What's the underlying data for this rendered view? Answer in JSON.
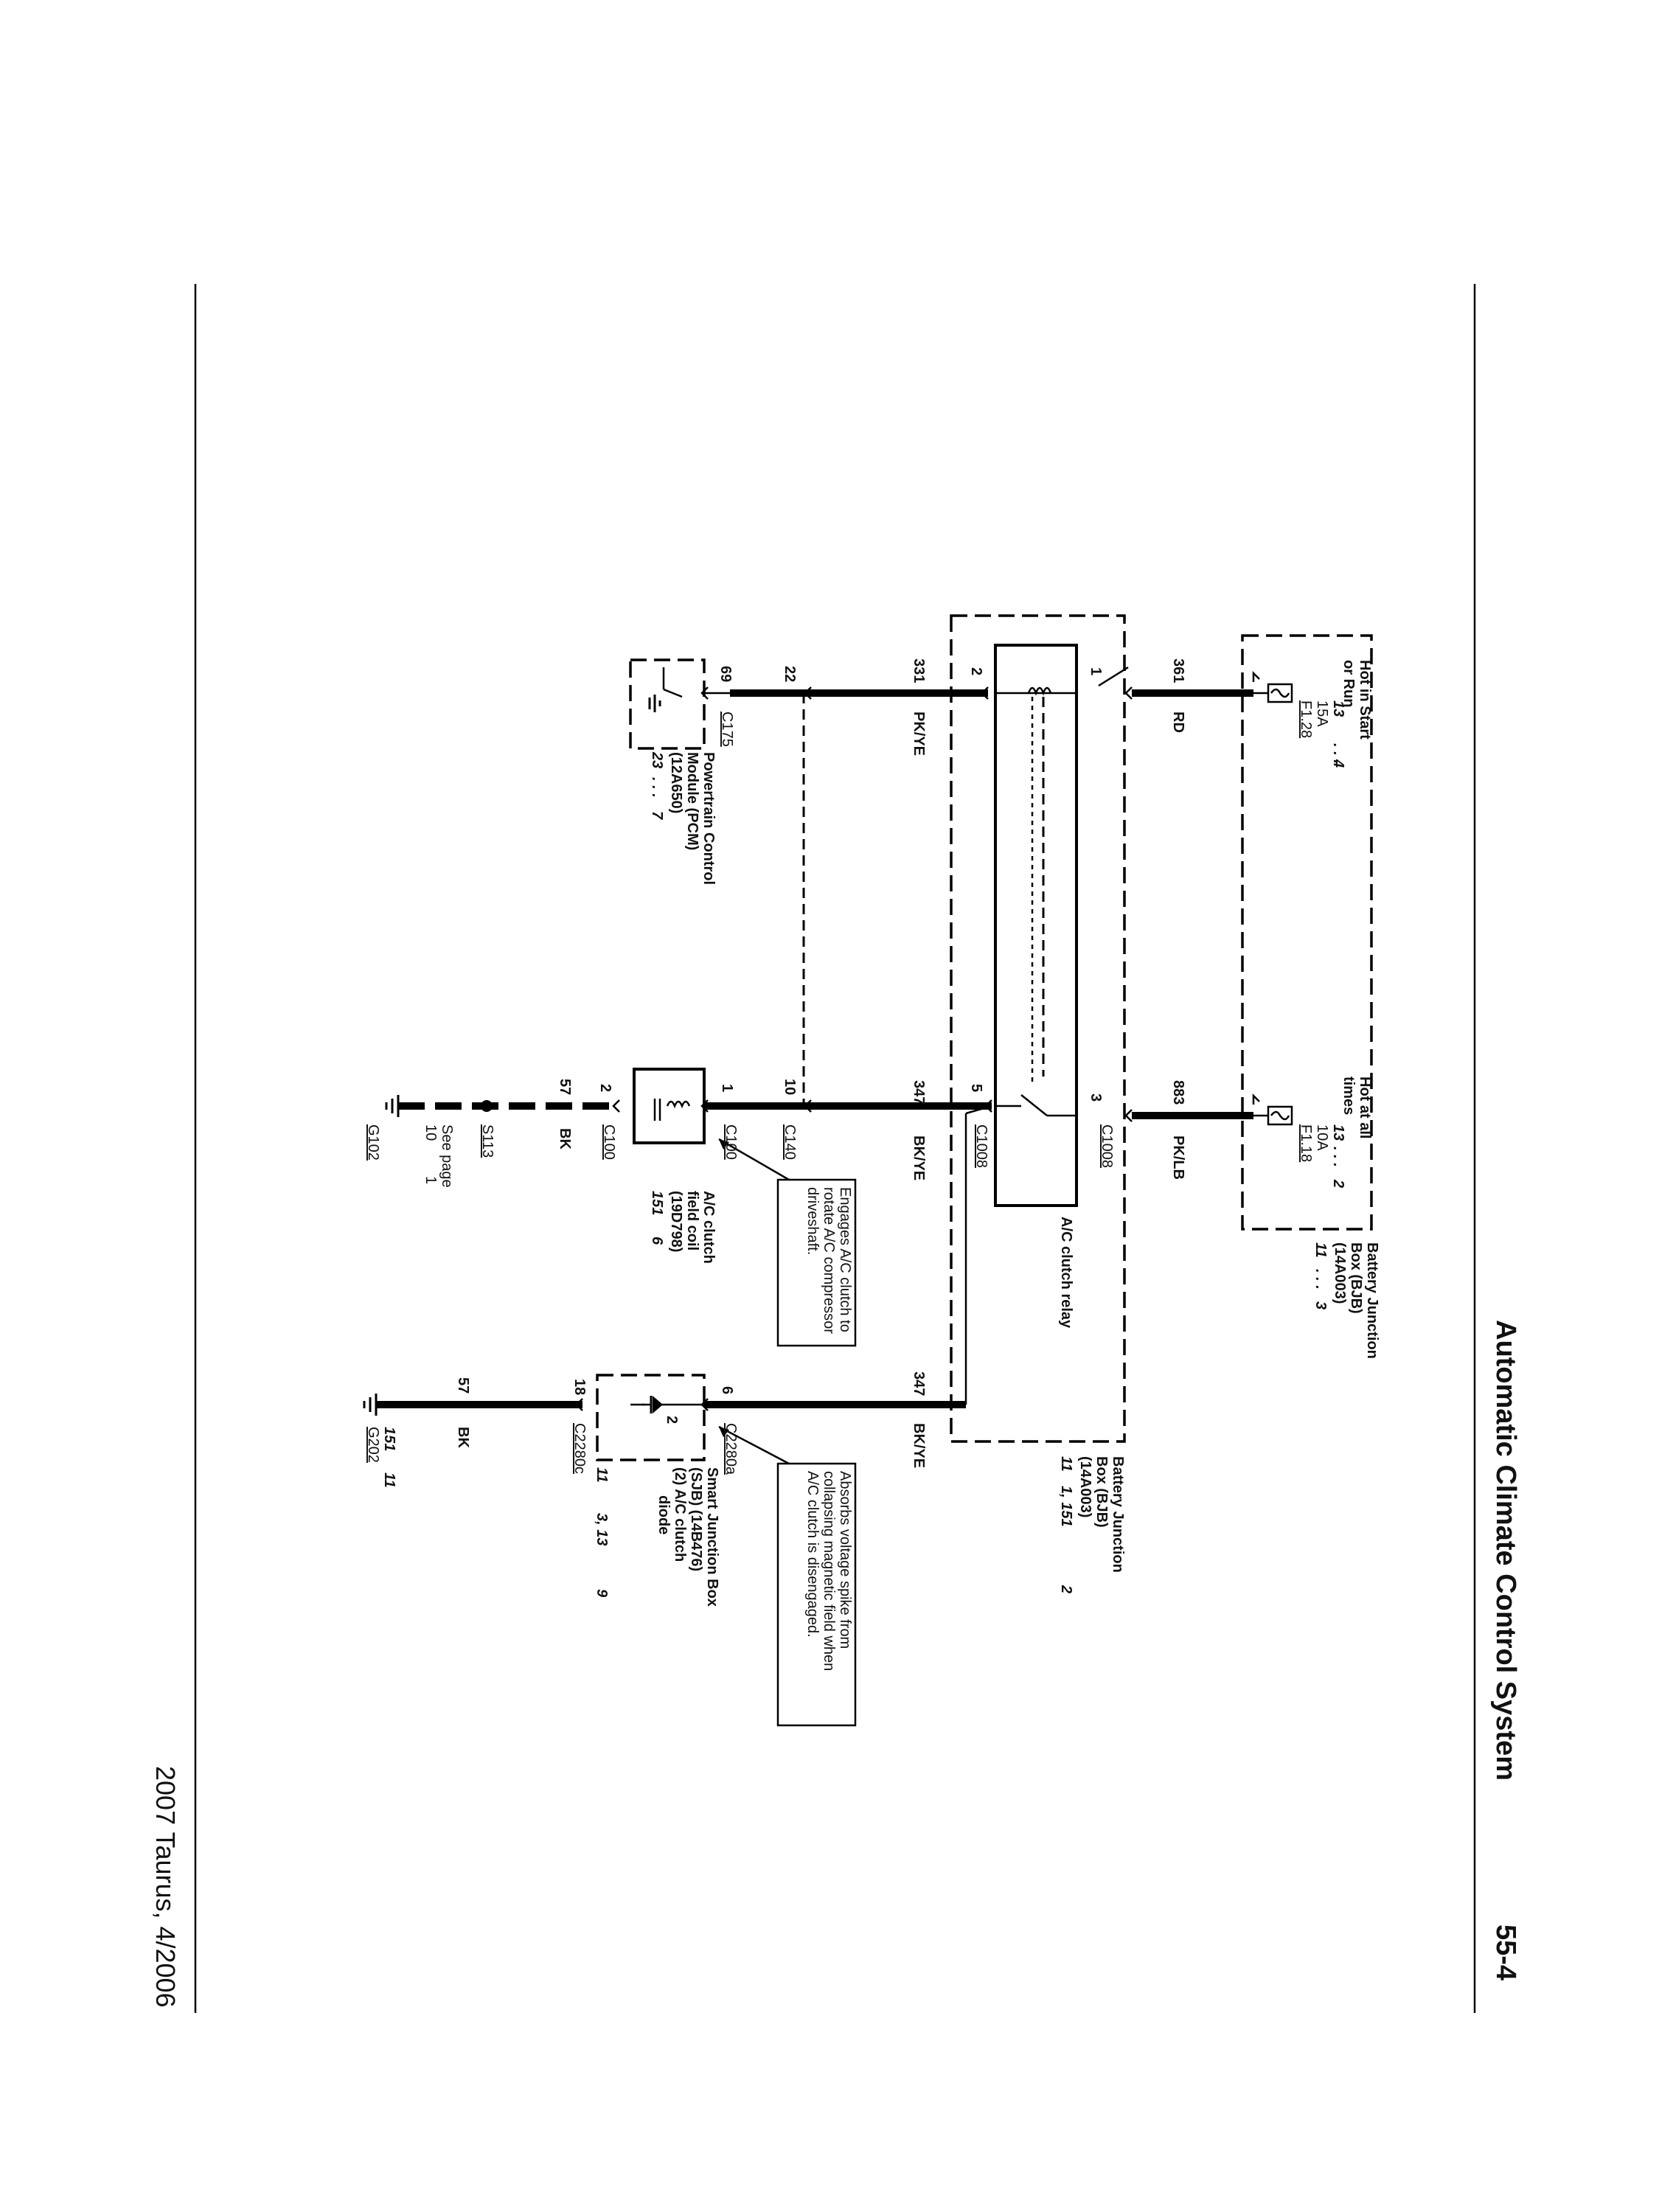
{
  "header": {
    "title": "Automatic Climate Control System",
    "page": "55-4"
  },
  "footer": {
    "vehicle": "2007 Taurus, 4/2006"
  },
  "bjb_top": {
    "feed_left": [
      "Hot in Start",
      "or Run"
    ],
    "feed_right": [
      "Hot at all",
      "times"
    ],
    "fuse_left": {
      "id": "F1.28",
      "amps": "15A",
      "ref": "13",
      "ref2": "4"
    },
    "fuse_right": {
      "id": "F1.18",
      "amps": "10A",
      "ref": "13",
      "ref2": "2"
    },
    "name": [
      "Battery Junction",
      "Box (BJB)",
      "(14A003)"
    ],
    "ref": "11",
    "ref2": "3"
  },
  "wires": {
    "w361": {
      "circuit": "361",
      "color": "RD"
    },
    "w883": {
      "circuit": "883",
      "color": "PK/LB"
    },
    "w331": {
      "circuit": "331",
      "color": "PK/YE"
    },
    "w347a": {
      "circuit": "347",
      "color": "BK/YE"
    },
    "w347b": {
      "circuit": "347",
      "color": "BK/YE"
    },
    "w22": {
      "circuit": "22"
    },
    "w69": {
      "circuit": "69"
    },
    "w10": {
      "circuit": "10"
    },
    "w57a": {
      "circuit": "57",
      "color": "BK"
    },
    "w57b": {
      "circuit": "57",
      "color": "BK"
    }
  },
  "relay": {
    "label": "A/C clutch relay",
    "pin1": "1",
    "pin2": "2",
    "pin3": "3",
    "pin5": "5",
    "connector_a": "C1008",
    "connector_b": "C1008"
  },
  "bjb_bottom": {
    "name": [
      "Battery Junction",
      "Box (BJB)",
      "(14A003)"
    ],
    "ref": "11",
    "ref_pages": "1, 151",
    "ref2": "2"
  },
  "pcm": {
    "connector": "C175",
    "name": [
      "Powertrain Control",
      "Module (PCM)",
      "(12A650)"
    ],
    "ref": "23",
    "ref2": "7"
  },
  "clutch": {
    "pin1": "1",
    "pin2": "2",
    "connector_top": "C100",
    "connector_bottom": "C100",
    "connector_c140": "C140",
    "name": [
      "A/C clutch",
      "field coil",
      "(19D798)"
    ],
    "ref": "151",
    "ref2": "6"
  },
  "note1": [
    "Engages A/C clutch to",
    "rotate A/C compressor",
    "driveshaft."
  ],
  "splice": {
    "id": "S113",
    "see": "See page",
    "page": "10",
    "ref2": "1"
  },
  "ground1": {
    "id": "G102"
  },
  "sjb": {
    "pin6": "6",
    "pin18": "18",
    "connector_top": "C2280a",
    "connector_bottom": "C2280c",
    "diode_pin": "2",
    "name": [
      "Smart Junction Box",
      "(SJB) (14B476)"
    ],
    "sub": [
      "(2)  A/C clutch",
      "diode"
    ],
    "ref": "11",
    "ref_pages": "3, 13",
    "ref2": "9"
  },
  "note2": [
    "Absorbs voltage spike from",
    "collapsing magnetic field when",
    "A/C clutch is disengaged."
  ],
  "ground2": {
    "id": "G202",
    "ref": "151",
    "ref2": "11"
  }
}
